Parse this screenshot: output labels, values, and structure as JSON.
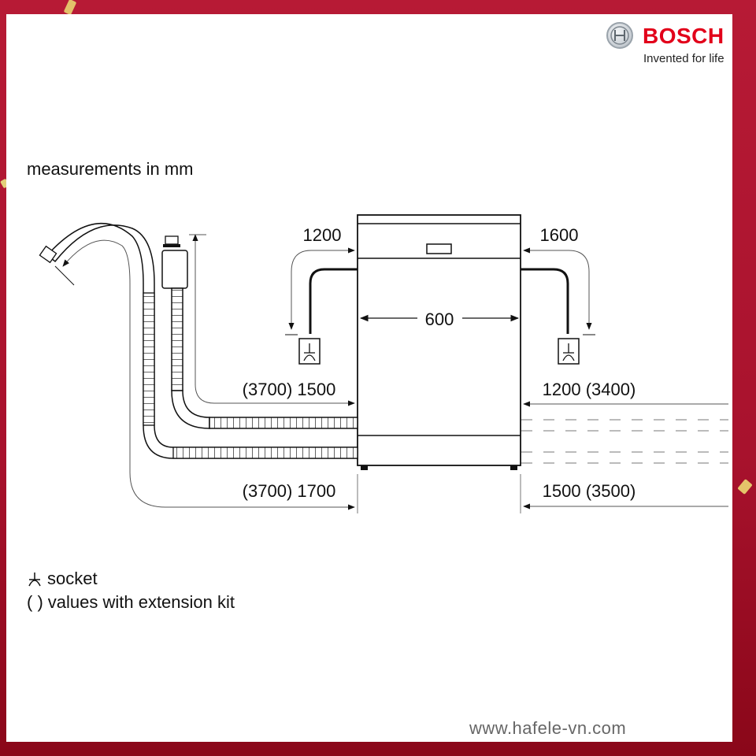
{
  "brand": {
    "name": "BOSCH",
    "tagline": "Invented for life",
    "color": "#e2001a"
  },
  "heading": "measurements in mm",
  "diagram": {
    "appliance": "dishwasher front view",
    "width_label": "600",
    "top_left_cable": "1200",
    "top_right_cable": "1600",
    "left_upper_hose": "(3700) 1500",
    "left_lower_hose": "(3700) 1700",
    "right_upper_hose": "1200 (3400)",
    "right_lower_hose": "1500 (3500)"
  },
  "legend": [
    {
      "icon": "socket-icon",
      "label": "socket"
    },
    {
      "icon": "parentheses",
      "symbol": "( )",
      "label": "values with extension kit"
    }
  ],
  "footer": {
    "url": "www.hafele-vn.com"
  },
  "colors": {
    "background": "#b71a35",
    "panel": "#ffffff",
    "line": "#111111"
  }
}
